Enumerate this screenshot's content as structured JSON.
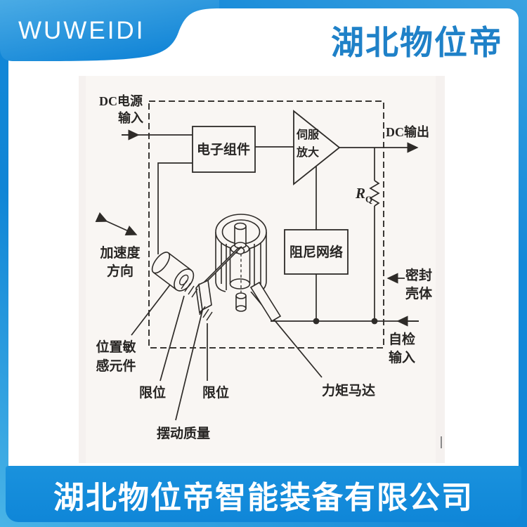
{
  "brand": {
    "logo_text": "WUWEIDI",
    "title_cn": "湖北物位帝",
    "footer_company": "湖北物位帝智能装备有限公司"
  },
  "colors": {
    "frame_blue": "#1488d8",
    "banner_light": "#45a7e3",
    "banner_dark": "#1184d6",
    "title_blue": "#1f81c8",
    "band_blue": "#1289da",
    "line_ink": "#2e2b28",
    "paper": "#f9f6f3"
  },
  "diagram": {
    "labels": {
      "dc_power_line1": "DC电源",
      "dc_power_line2": "输入",
      "electronics_box": "电子组件",
      "servo_amp_line1": "伺服",
      "servo_amp_line2": "放大",
      "dc_output": "DC输出",
      "resistor": "R",
      "resistor_sub": "Q",
      "damping_box": "阻尼网络",
      "accel_line1": "加速度",
      "accel_line2": "方向",
      "position_sensor_line1": "位置敏",
      "position_sensor_line2": "感元件",
      "limit1": "限位",
      "limit2": "限位",
      "pendulum_mass": "摆动质量",
      "torque_motor": "力矩马达",
      "sealed_case_line1": "密封",
      "sealed_case_line2": "壳体",
      "self_test_line1": "自检",
      "self_test_line2": "输入"
    }
  }
}
